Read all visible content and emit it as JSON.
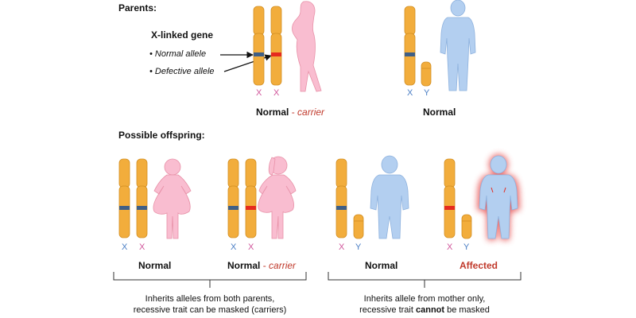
{
  "headings": {
    "parents": "Parents:",
    "offspring": "Possible offspring:"
  },
  "legend": {
    "title": "X-linked gene",
    "normal_allele": "Normal allele",
    "defective_allele": "Defective allele"
  },
  "chromosome_labels": {
    "x": "X",
    "y": "Y"
  },
  "parents": {
    "mother": {
      "label": "Normal",
      "sep": "-",
      "status": "carrier"
    },
    "father": {
      "label": "Normal"
    }
  },
  "offspring": [
    {
      "label": "Normal"
    },
    {
      "label": "Normal",
      "sep": "-",
      "status": "carrier"
    },
    {
      "label": "Normal"
    },
    {
      "label": "Affected"
    }
  ],
  "groups": {
    "daughters": {
      "line1": "Inherits alleles from both parents,",
      "line2": "recessive trait can be masked (carriers)"
    },
    "sons": {
      "line1": "Inherits allele from mother only,",
      "line2_pre": "recessive trait ",
      "line2_bold": "cannot",
      "line2_post": " be masked"
    }
  },
  "colors": {
    "chromosome": "#f2ad3c",
    "chromosome_edge": "#d38f22",
    "normal_band": "#3f5f86",
    "defective_band": "#e52a1f",
    "female": "#f9bdd0",
    "male": "#b3cff0",
    "affected_glow": "#e85a5a"
  },
  "icons": [
    "female-silhouette-icon",
    "male-silhouette-icon",
    "arrow-icon"
  ]
}
